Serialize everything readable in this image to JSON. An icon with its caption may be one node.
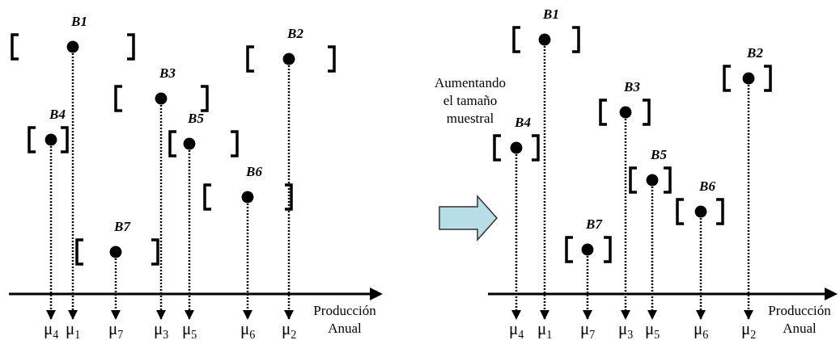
{
  "diagram": {
    "nodes": [
      {
        "text": [
          "B1"
        ]
      },
      {
        "text": [
          "B2"
        ]
      },
      {
        "text": [
          "B3"
        ]
      },
      {
        "text": [
          "B4"
        ]
      },
      {
        "text": [
          "B5"
        ]
      },
      {
        "text": [
          "B6"
        ]
      },
      {
        "text": [
          "B7"
        ]
      },
      {
        "text": [
          "μ$_{4}$"
        ]
      },
      {
        "text": [
          "μ$_{1}$"
        ]
      },
      {
        "text": [
          "μ$_{7}$"
        ]
      },
      {
        "text": [
          "μ$_{3}$"
        ]
      },
      {
        "text": [
          "μ$_{5}$"
        ]
      },
      {
        "text": [
          "μ$_{6}$"
        ]
      },
      {
        "text": [
          "μ$_{2}$"
        ]
      },
      {
        "text": [
          "B1"
        ]
      },
      {
        "text": [
          "B2"
        ]
      },
      {
        "text": [
          "B3"
        ]
      },
      {
        "text": [
          "B4"
        ]
      },
      {
        "text": [
          "B5"
        ]
      },
      {
        "text": [
          "B6"
        ]
      },
      {
        "text": [
          "B7"
        ]
      },
      {
        "text": [
          "μ$_{4}$"
        ]
      },
      {
        "text": [
          "μ$_{1}$"
        ]
      },
      {
        "text": [
          "μ$_{7}$"
        ]
      },
      {
        "text": [
          "μ$_{3}$"
        ]
      },
      {
        "text": [
          "μ$_{5}$"
        ]
      },
      {
        "text": [
          "μ$_{6}$"
        ]
      },
      {
        "text": [
          "μ$_{2}$"
        ]
      }
    ],
    "edges": [
      {
        "from": 0,
        "to": 8,
        "arrow": "to",
        "style": "dashed"
      },
      {
        "from": 1,
        "to": 13,
        "arrow": "to",
        "style": "dashed"
      },
      {
        "from": 2,
        "to": 10,
        "arrow": "to",
        "style": "dashed"
      },
      {
        "from": 3,
        "to": 7,
        "arrow": "to",
        "style": "dashed"
      },
      {
        "from": 4,
        "to": 11,
        "arrow": "to",
        "style": "dashed"
      },
      {
        "from": 5,
        "to": 12,
        "arrow": "to",
        "style": "dashed"
      },
      {
        "from": 6,
        "to": 9,
        "arrow": "to",
        "style": "dashed"
      },
      {
        "from": 14,
        "to": 22,
        "arrow": "to",
        "style": "dashed"
      },
      {
        "from": 15,
        "to": 27,
        "arrow": "to",
        "style": "dashed"
      },
      {
        "from": 16,
        "to": 24,
        "arrow": "to",
        "style": "dashed"
      },
      {
        "from": 17,
        "to": 21,
        "arrow": "to",
        "style": "dashed"
      },
      {
        "from": 18,
        "to": 25,
        "arrow": "to",
        "style": "dashed"
      },
      {
        "from": 19,
        "to": 26,
        "arrow": "to",
        "style": "dashed"
      },
      {
        "from": 20,
        "to": 23,
        "arrow": "to",
        "style": "dashed"
      }
    ],
    "labels": [
      "Aumentando el tamaño muestral",
      "Producción Anual",
      "Producción Anual"
    ]
  }
}
